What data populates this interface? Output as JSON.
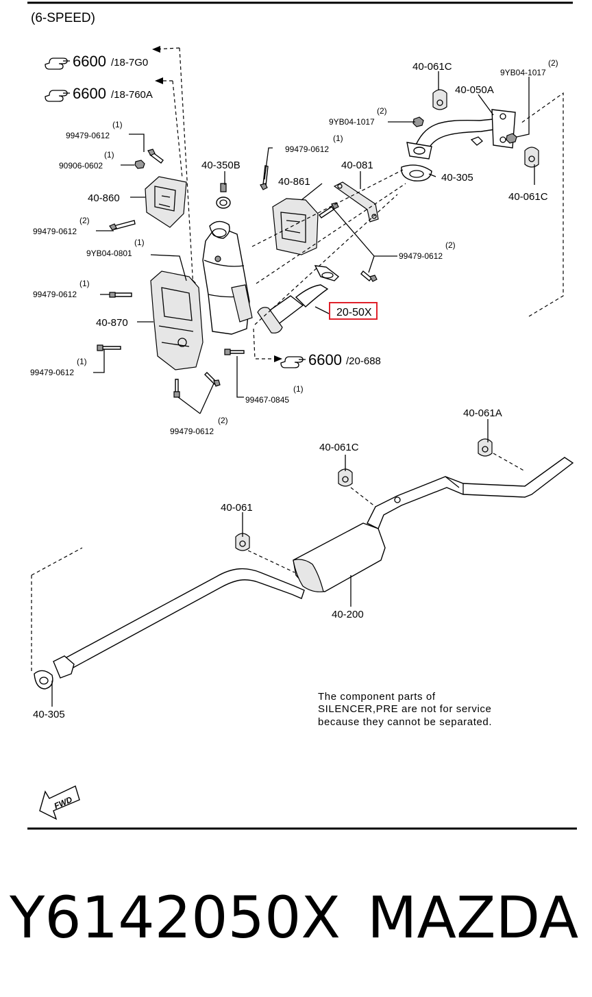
{
  "header": {
    "variant": "(6-SPEED)"
  },
  "references": [
    {
      "page": "6600",
      "sub": "/18-7G0"
    },
    {
      "page": "6600",
      "sub": "/18-760A"
    },
    {
      "page": "6600",
      "sub": "/20-688"
    }
  ],
  "labels": {
    "l_40_061C_top": "40-061C",
    "l_9YB04_1017_top_qty": "(2)",
    "l_9YB04_1017_top": "9YB04-1017",
    "l_40_050A": "40-050A",
    "l_9YB04_1017_mid_qty": "(2)",
    "l_9YB04_1017_mid": "9YB04-1017",
    "l_99479_0612_a_qty": "(1)",
    "l_99479_0612_a": "99479-0612",
    "l_90906_0602_qty": "(1)",
    "l_90906_0602": "90906-0602",
    "l_40_350B": "40-350B",
    "l_99479_0612_b_qty": "(1)",
    "l_99479_0612_b": "99479-0612",
    "l_40_081": "40-081",
    "l_40_305_top": "40-305",
    "l_40_061C_right": "40-061C",
    "l_40_860": "40-860",
    "l_40_861": "40-861",
    "l_99479_0612_c_qty": "(2)",
    "l_99479_0612_c": "99479-0612",
    "l_9YB04_0801_qty": "(1)",
    "l_9YB04_0801": "9YB04-0801",
    "l_99479_0612_d_qty": "(2)",
    "l_99479_0612_d": "99479-0612",
    "l_99479_0612_e_qty": "(1)",
    "l_99479_0612_e": "99479-0612",
    "l_20_50X": "20-50X",
    "l_40_870": "40-870",
    "l_99479_0612_f_qty": "(1)",
    "l_99479_0612_f": "99479-0612",
    "l_99467_0845_qty": "(1)",
    "l_99467_0845": "99467-0845",
    "l_99479_0612_g_qty": "(2)",
    "l_99479_0612_g": "99479-0612",
    "l_40_061A": "40-061A",
    "l_40_061C_low": "40-061C",
    "l_40_061": "40-061",
    "l_40_200": "40-200",
    "l_40_305_low": "40-305"
  },
  "note": {
    "line1": "The component parts of",
    "line2": "SILENCER,PRE are not for service",
    "line3": "because they cannot be separated."
  },
  "fwd_label": "FWD",
  "highlight": {
    "part": "20-50X",
    "color": "#e0202a"
  },
  "footer": {
    "part_number": "Y6142050X",
    "brand": "MAZDA"
  }
}
